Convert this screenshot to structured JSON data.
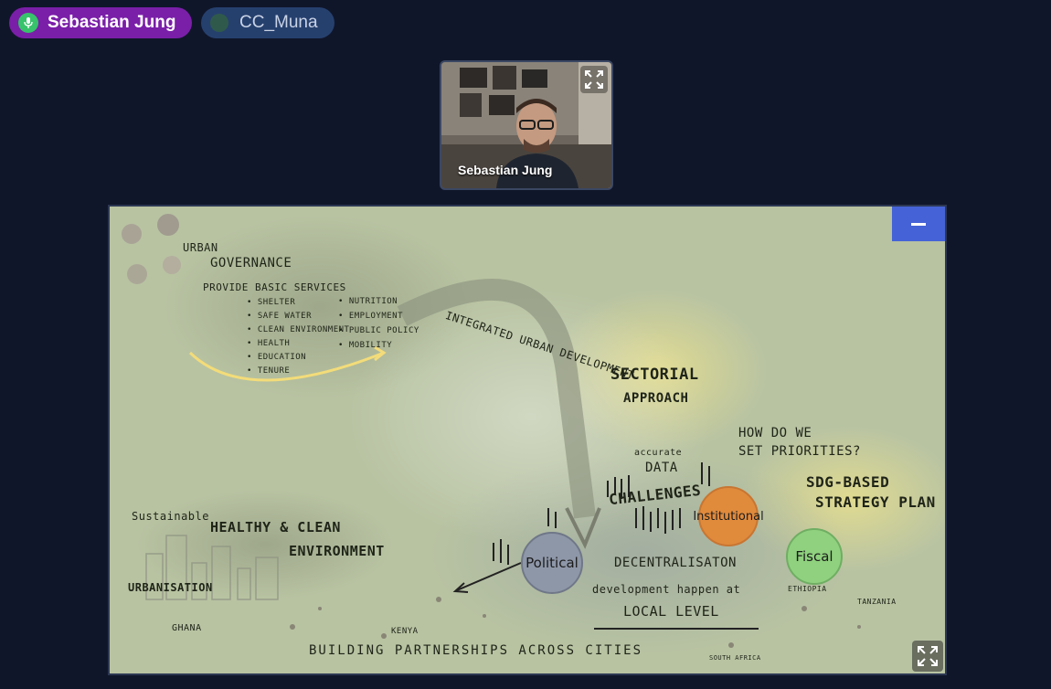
{
  "participants": {
    "active_speaker": "Sebastian Jung",
    "other": "CC_Muna"
  },
  "video_thumbnail": {
    "name": "Sebastian Jung"
  },
  "board": {
    "urban_governance": [
      "URBAN",
      "GOVERNANCE",
      "PROVIDE BASIC SERVICES"
    ],
    "services_left": [
      "• SHELTER",
      "• SAFE WATER",
      "• CLEAN ENVIRONMENT",
      "• HEALTH",
      "• EDUCATION",
      "• TENURE"
    ],
    "services_right": [
      "• NUTRITION",
      "• EMPLOYMENT",
      "• PUBLIC POLICY",
      "• MOBILITY"
    ],
    "integrated": "INTEGRATED URBAN DEVELOPMENT",
    "sectorial": [
      "SECTORIAL",
      "APPROACH"
    ],
    "priorities": [
      "HOW DO WE",
      "SET PRIORITIES?"
    ],
    "data": [
      "accurate",
      "DATA"
    ],
    "challenges": "CHALLENGES",
    "sdg": [
      "SDG-BASED",
      "STRATEGY PLAN"
    ],
    "sustainable": "Sustainable",
    "healthy": [
      "HEALTHY & CLEAN",
      "ENVIRONMENT"
    ],
    "urbanisation": "URBANISATION",
    "political": "Political",
    "institutional": "Institutional",
    "fiscal": "Fiscal",
    "decentralisation": [
      "DECENTRALISATON",
      "development happen at",
      "LOCAL LEVEL"
    ],
    "countries": [
      "GHANA",
      "KENYA",
      "ETHIOPIA",
      "TANZANIA",
      "SOUTH AFRICA"
    ],
    "partnerships": "BUILDING PARTNERSHIPS ACROSS CITIES"
  },
  "colors": {
    "background": "#10162a",
    "active_pill": "#7a1fa8",
    "inactive_pill": "#26406e",
    "minimize_button": "#4563d6",
    "political_circle": "#8e97a8",
    "institutional_circle": "#e08a3c",
    "fiscal_circle": "#8fd17e"
  }
}
